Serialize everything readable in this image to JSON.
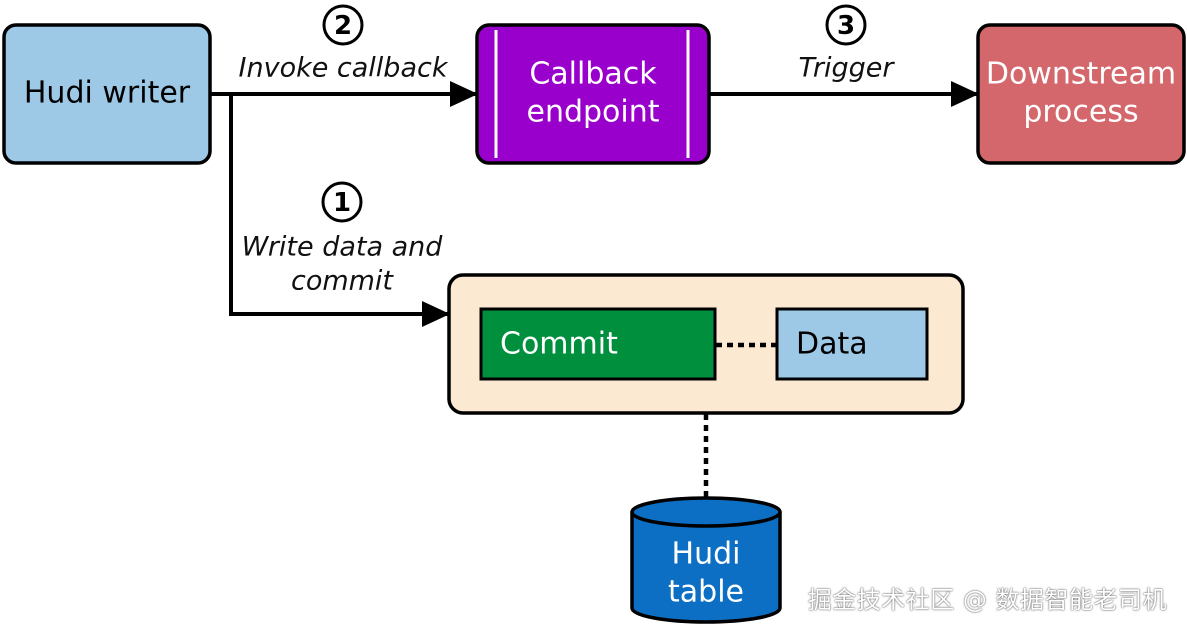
{
  "nodes": {
    "hudi_writer": {
      "label": "Hudi writer",
      "fill": "#9dc8e6"
    },
    "callback_endpoint": {
      "line1": "Callback",
      "line2": "endpoint",
      "fill": "#9900cc"
    },
    "downstream_process": {
      "line1": "Downstream",
      "line2": "process",
      "fill": "#d4676b"
    },
    "timeline_container": {
      "fill": "#fce9d2"
    },
    "commit": {
      "label": "Commit",
      "fill": "#008f3d"
    },
    "data": {
      "label": "Data",
      "fill": "#9dc8e6"
    },
    "hudi_table": {
      "line1": "Hudi",
      "line2": "table",
      "fill": "#0d6fc3"
    }
  },
  "edges": {
    "write": {
      "step": "1",
      "line1": "Write data and",
      "line2": "commit"
    },
    "invoke": {
      "step": "2",
      "label": "Invoke callback"
    },
    "trigger": {
      "step": "3",
      "label": "Trigger"
    }
  },
  "watermark": "掘金技术社区 @ 数据智能老司机"
}
